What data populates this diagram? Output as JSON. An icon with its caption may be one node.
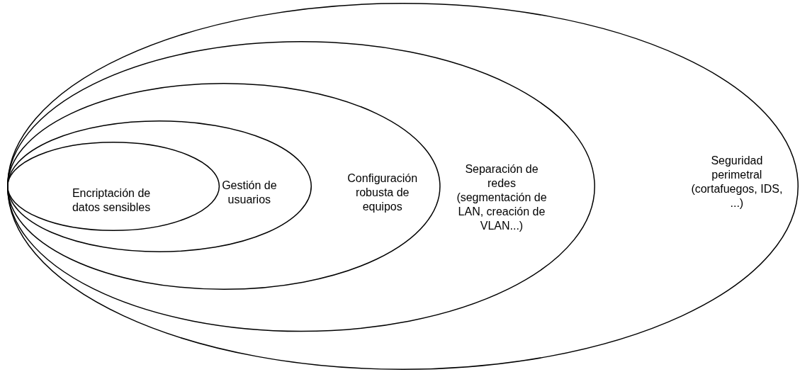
{
  "diagram": {
    "nodes": [
      {
        "text": [
          "Seguridad perimetral (cortafuegos, IDS, ...)"
        ]
      },
      {
        "text": [
          "Separación de redes (segmentación de LAN, creación de VLAN...)"
        ],
        "in": 0
      },
      {
        "text": [
          "Configuración robusta de equipos"
        ],
        "in": 1
      },
      {
        "text": [
          "Gestión de usuarios"
        ],
        "in": 2
      },
      {
        "text": [
          "Encriptación de datos sensibles"
        ],
        "in": 3
      }
    ]
  }
}
